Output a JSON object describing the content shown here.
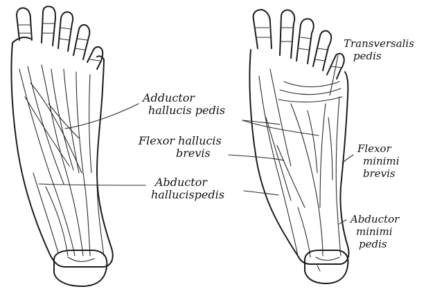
{
  "figure": {
    "labels": {
      "adductor_line1": "Adductor",
      "adductor_line2": "hallucis pedis",
      "flexor_hallucis_line1": "Flexor hallucis",
      "flexor_hallucis_line2": "brevis",
      "abductor_hallucis_line1": "Abductor",
      "abductor_hallucis_line2": "hallucispedis",
      "transversalis_line1": "Transversalis",
      "transversalis_line2": "pedis",
      "flexor_minimi_line1": "Flexor",
      "flexor_minimi_line2": "minimi",
      "flexor_minimi_line3": "brevis",
      "abductor_minimi_line1": "Abductor",
      "abductor_minimi_line2": "minimi",
      "abductor_minimi_line3": "pedis"
    },
    "colors": {
      "ink": "#1a1a1a",
      "background": "#ffffff"
    }
  }
}
